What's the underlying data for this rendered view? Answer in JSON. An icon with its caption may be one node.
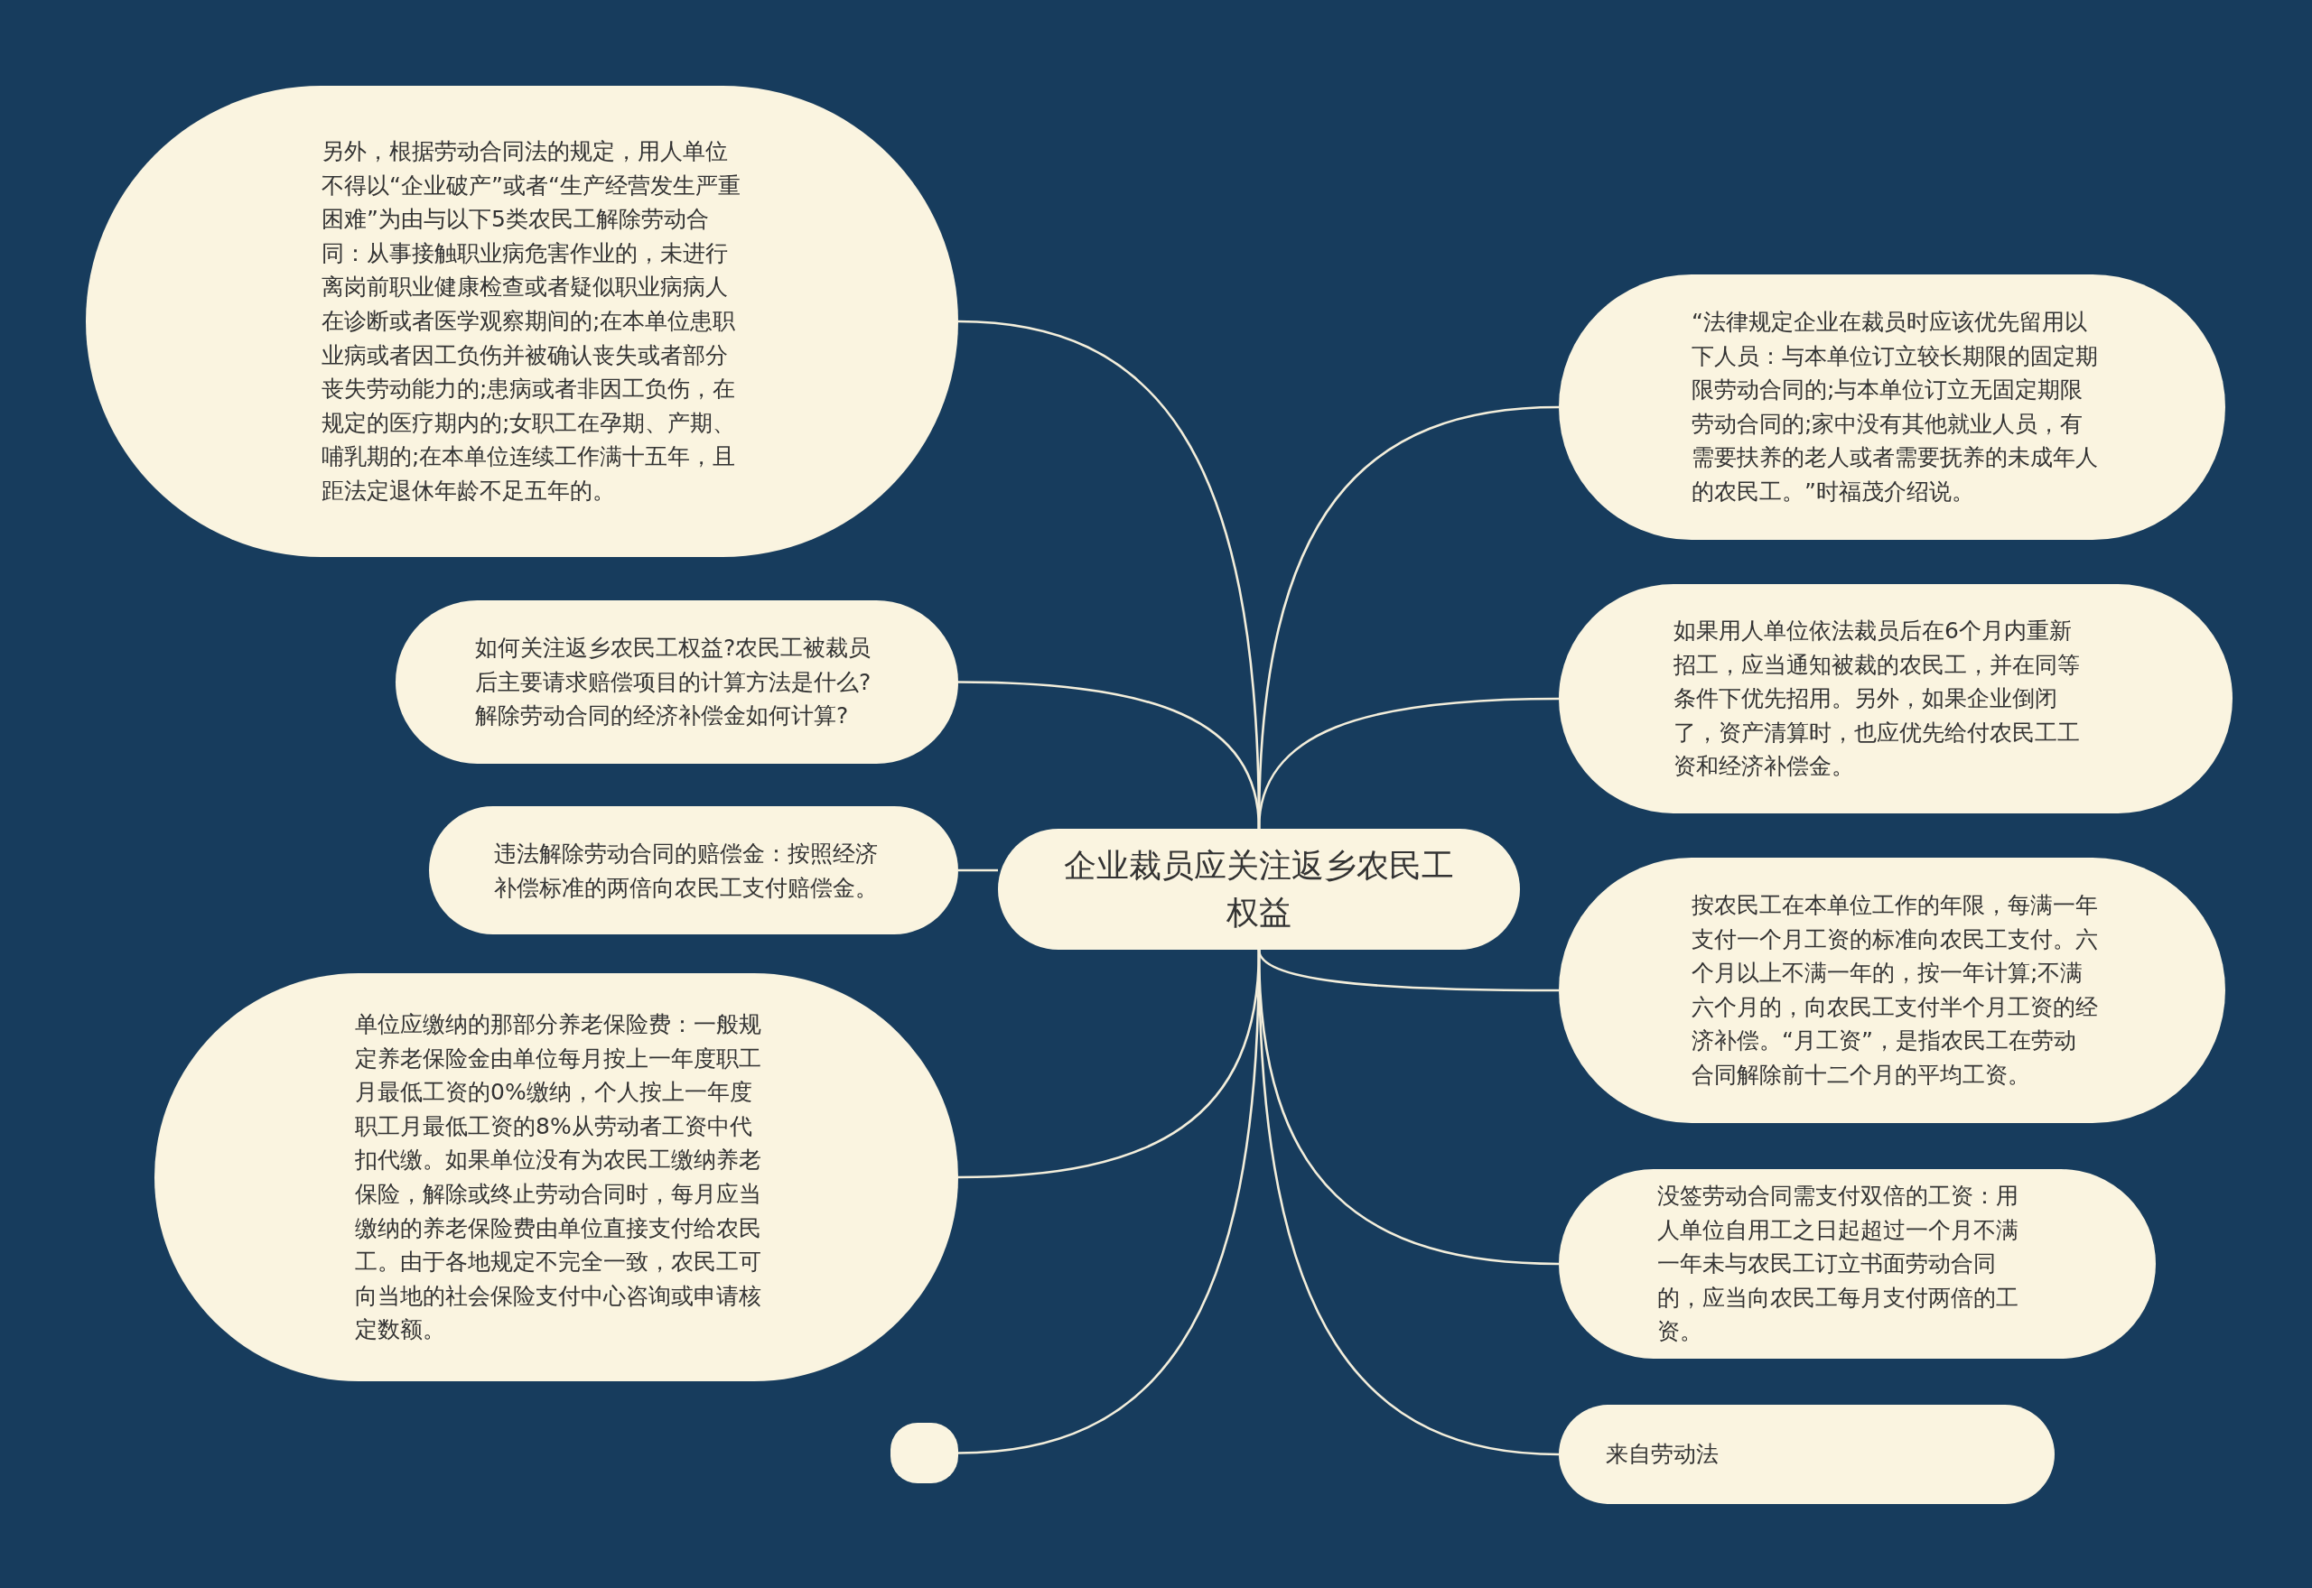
{
  "diagram": {
    "nodes": [
      {
        "text": [
          "企业裁员应关注返乡农民工权益"
        ]
      },
      {
        "text": [
          "另外，根据劳动合同法的规定，用人单位不得以“企业破产”或者“生产经营发生严重困难”为由与以下5类农民工解除劳动合同：从事接触职业病危害作业的，未进行离岗前职业健康检查或者疑似职业病病人在诊断或者医学观察期间的;在本单位患职业病或者因工负伤并被确认丧失或者部分丧失劳动能力的;患病或者非因工负伤，在规定的医疗期内的;女职工在孕期、产期、哺乳期的;在本单位连续工作满十五年，且距法定退休年龄不足五年的。"
        ]
      },
      {
        "text": [
          "如何关注返乡农民工权益?农民工被裁员后主要请求赔偿项目的计算方法是什么?解除劳动合同的经济补偿金如何计算?"
        ]
      },
      {
        "text": [
          "违法解除劳动合同的赔偿金：按照经济补偿标准的两倍向农民工支付赔偿金。"
        ]
      },
      {
        "text": [
          "单位应缴纳的那部分养老保险费：一般规定养老保险金由单位每月按上一年度职工月最低工资的0%缴纳，个人按上一年度职工月最低工资的8%从劳动者工资中代扣代缴。如果单位没有为农民工缴纳养老保险，解除或终止劳动合同时，每月应当缴纳的养老保险费由单位直接支付给农民工。由于各地规定不完全一致，农民工可向当地的社会保险支付中心咨询或申请核定数额。"
        ]
      },
      {
        "text": [],
        "shape": "box"
      },
      {
        "text": [
          "“法律规定企业在裁员时应该优先留用以下人员：与本单位订立较长期限的固定期限劳动合同的;与本单位订立无固定期限劳动合同的;家中没有其他就业人员，有需要扶养的老人或者需要抚养的未成年人的农民工。”时福茂介绍说。"
        ]
      },
      {
        "text": [
          "如果用人单位依法裁员后在6个月内重新招工，应当通知被裁的农民工，并在同等条件下优先招用。另外，如果企业倒闭了，资产清算时，也应优先给付农民工工资和经济补偿金。"
        ]
      },
      {
        "text": [
          "按农民工在本单位工作的年限，每满一年支付一个月工资的标准向农民工支付。六个月以上不满一年的，按一年计算;不满六个月的，向农民工支付半个月工资的经济补偿。“月工资”，是指农民工在劳动合同解除前十二个月的平均工资。"
        ]
      },
      {
        "text": [
          "没签劳动合同需支付双倍的工资：用人单位自用工之日起超过一个月不满一年未与农民工订立书面劳动合同的，应当向农民工每月支付两倍的工资。"
        ]
      },
      {
        "text": [
          "来自劳动法"
        ]
      }
    ],
    "edges": [
      {
        "from": 0,
        "to": 1,
        "arrow": "none"
      },
      {
        "from": 0,
        "to": 2,
        "arrow": "none"
      },
      {
        "from": 0,
        "to": 3,
        "arrow": "none"
      },
      {
        "from": 0,
        "to": 4,
        "arrow": "none"
      },
      {
        "from": 0,
        "to": 5,
        "arrow": "none"
      },
      {
        "from": 0,
        "to": 6,
        "arrow": "none"
      },
      {
        "from": 0,
        "to": 7,
        "arrow": "none"
      },
      {
        "from": 0,
        "to": 8,
        "arrow": "none"
      },
      {
        "from": 0,
        "to": 9,
        "arrow": "none"
      },
      {
        "from": 0,
        "to": 10,
        "arrow": "none"
      }
    ]
  }
}
